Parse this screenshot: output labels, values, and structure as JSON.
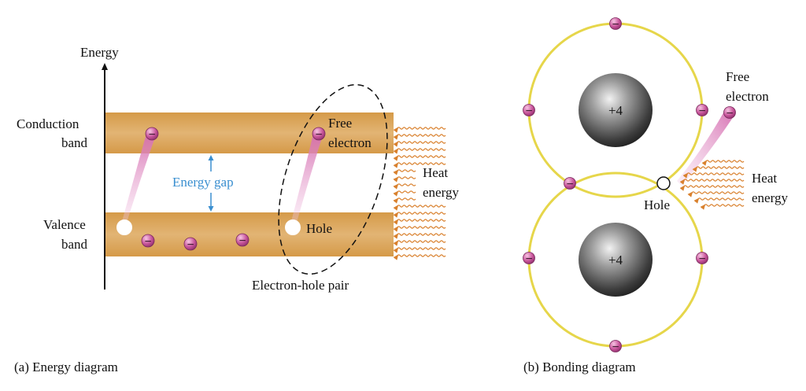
{
  "energy_diagram": {
    "axis_label": "Energy",
    "conduction_band": [
      "Conduction",
      "band"
    ],
    "valence_band": [
      "Valence",
      "band"
    ],
    "energy_gap": "Energy gap",
    "free_electron": [
      "Free",
      "electron"
    ],
    "hole": "Hole",
    "heat_energy": [
      "Heat",
      "energy"
    ],
    "pair_label": "Electron-hole pair",
    "caption": "(a) Energy diagram"
  },
  "bonding_diagram": {
    "nucleus_charge": "+4",
    "free_electron": [
      "Free",
      "electron"
    ],
    "heat_energy": [
      "Heat",
      "energy"
    ],
    "hole": "Hole",
    "caption": "(b) Bonding diagram"
  },
  "symbols": {
    "electron": "−"
  },
  "colors": {
    "band": "#d9a95e",
    "orbit": "#e8d84a",
    "electron": "#c8559b",
    "gap_arrow": "#3a8fd0",
    "heat": "#d9812e",
    "trail": "#e3a3cf"
  }
}
